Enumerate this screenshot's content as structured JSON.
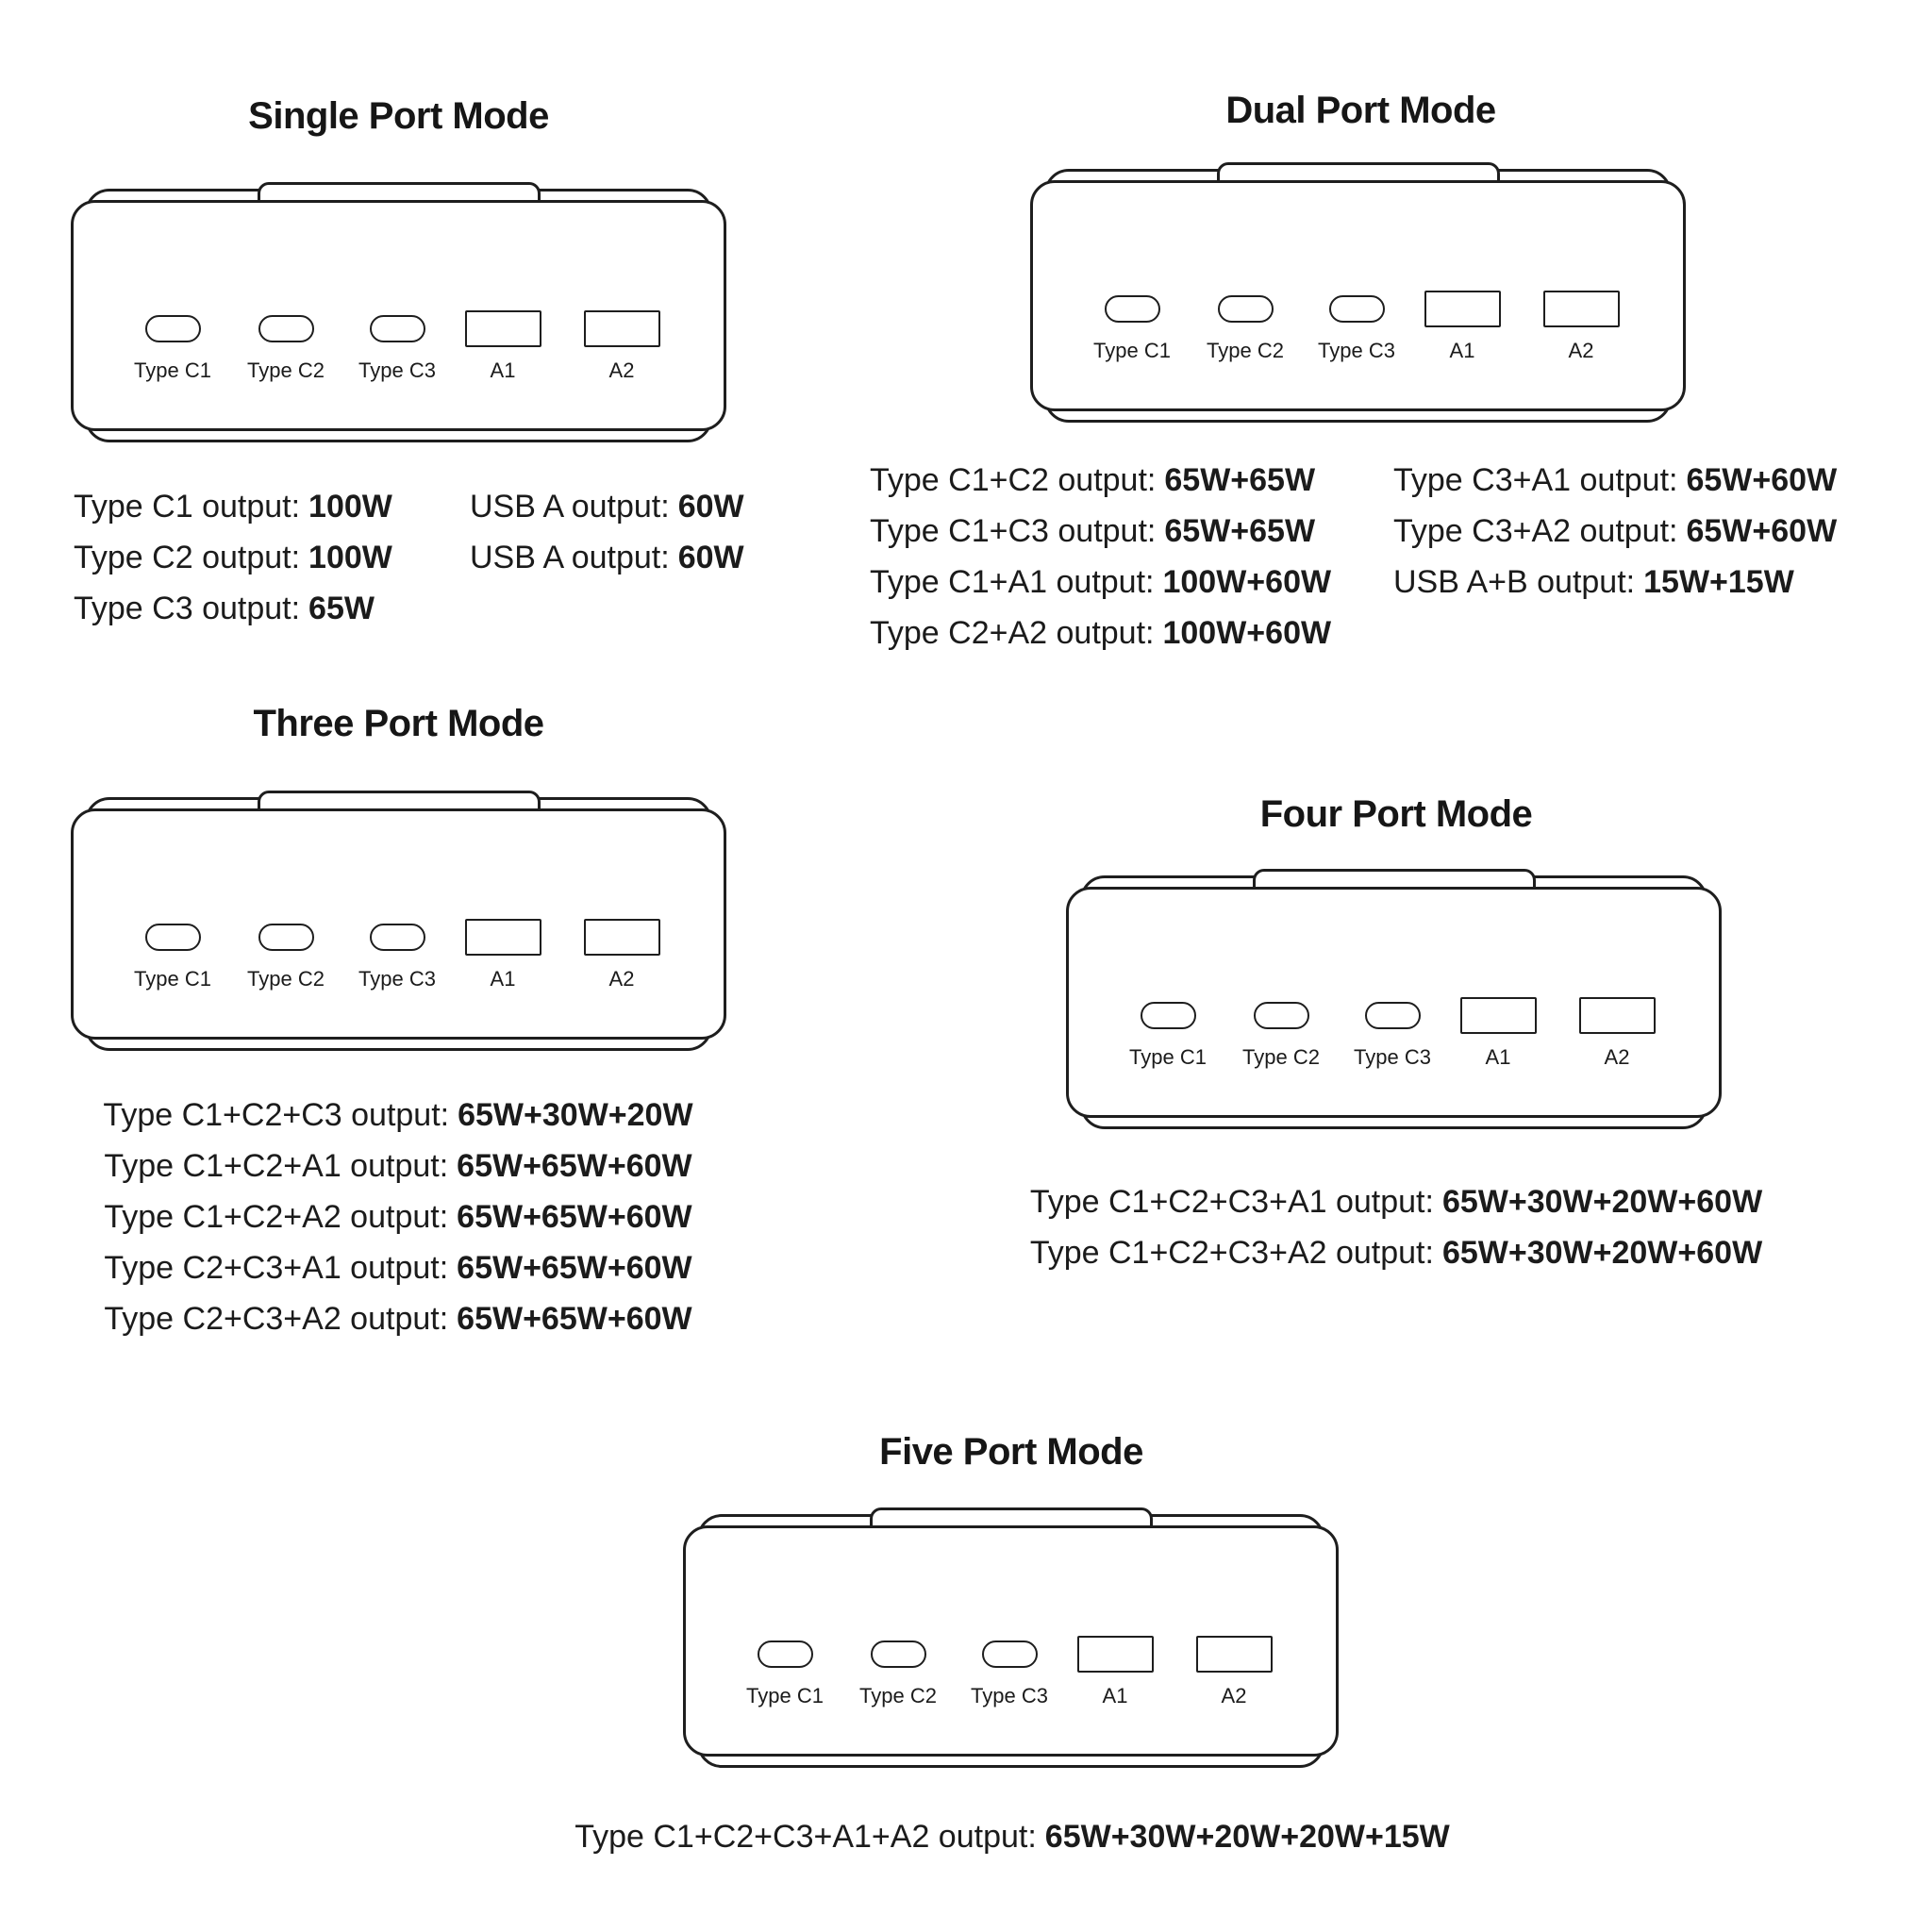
{
  "page": {
    "background": "#ffffff",
    "text_color": "#1b1b1b",
    "line_color": "#1e1e1e"
  },
  "port_labels": [
    "Type C1",
    "Type C2",
    "Type C3",
    "A1",
    "A2"
  ],
  "sections": {
    "single": {
      "title": "Single Port Mode",
      "specs_col1": [
        {
          "label": "Type C1 output:",
          "value": "100W"
        },
        {
          "label": "Type C2 output:",
          "value": "100W"
        },
        {
          "label": "Type C3 output:",
          "value": "65W"
        }
      ],
      "specs_col2": [
        {
          "label": "USB A output:",
          "value": "60W"
        },
        {
          "label": "USB A output:",
          "value": "60W"
        }
      ]
    },
    "dual": {
      "title": "Dual Port Mode",
      "specs_col1": [
        {
          "label": "Type C1+C2 output:",
          "value": "65W+65W"
        },
        {
          "label": "Type C1+C3 output:",
          "value": "65W+65W"
        },
        {
          "label": "Type C1+A1 output:",
          "value": "100W+60W"
        },
        {
          "label": "Type C2+A2 output:",
          "value": "100W+60W"
        }
      ],
      "specs_col2": [
        {
          "label": "Type C3+A1 output:",
          "value": "65W+60W"
        },
        {
          "label": "Type C3+A2 output:",
          "value": "65W+60W"
        },
        {
          "label": "USB A+B output:",
          "value": "15W+15W"
        }
      ]
    },
    "three": {
      "title": "Three Port Mode",
      "specs": [
        {
          "label": "Type C1+C2+C3 output:",
          "value": "65W+30W+20W"
        },
        {
          "label": "Type C1+C2+A1 output:",
          "value": "65W+65W+60W"
        },
        {
          "label": "Type C1+C2+A2 output:",
          "value": "65W+65W+60W"
        },
        {
          "label": "Type C2+C3+A1 output:",
          "value": "65W+65W+60W"
        },
        {
          "label": "Type C2+C3+A2 output:",
          "value": "65W+65W+60W"
        }
      ]
    },
    "four": {
      "title": "Four Port Mode",
      "specs": [
        {
          "label": "Type C1+C2+C3+A1 output:",
          "value": "65W+30W+20W+60W"
        },
        {
          "label": "Type C1+C2+C3+A2 output:",
          "value": "65W+30W+20W+60W"
        }
      ]
    },
    "five": {
      "title": "Five Port Mode",
      "specs": [
        {
          "label": "Type C1+C2+C3+A1+A2 output:",
          "value": "65W+30W+20W+20W+15W"
        }
      ]
    }
  }
}
